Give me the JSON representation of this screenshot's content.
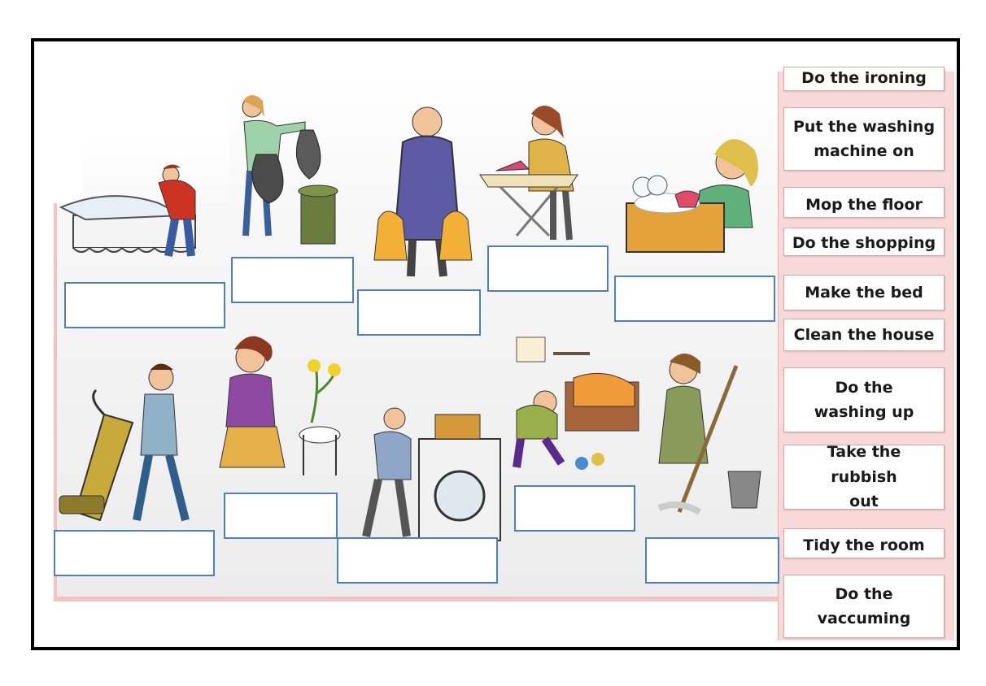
{
  "word_bank": [
    "Do the ironing",
    "Put the washing machine on",
    "Mop the floor",
    "Do the shopping",
    "Make the bed",
    "Clean the house",
    "Do the washing up",
    "Take the rubbish out",
    "Tidy the room",
    "Do the vaccuming"
  ],
  "answers": [
    "",
    "",
    "",
    "",
    "",
    "",
    "",
    "",
    "",
    ""
  ],
  "colors": {
    "frame": "#000000",
    "answer_border": "#4f7fbf",
    "panel": "#f8d8d8"
  }
}
